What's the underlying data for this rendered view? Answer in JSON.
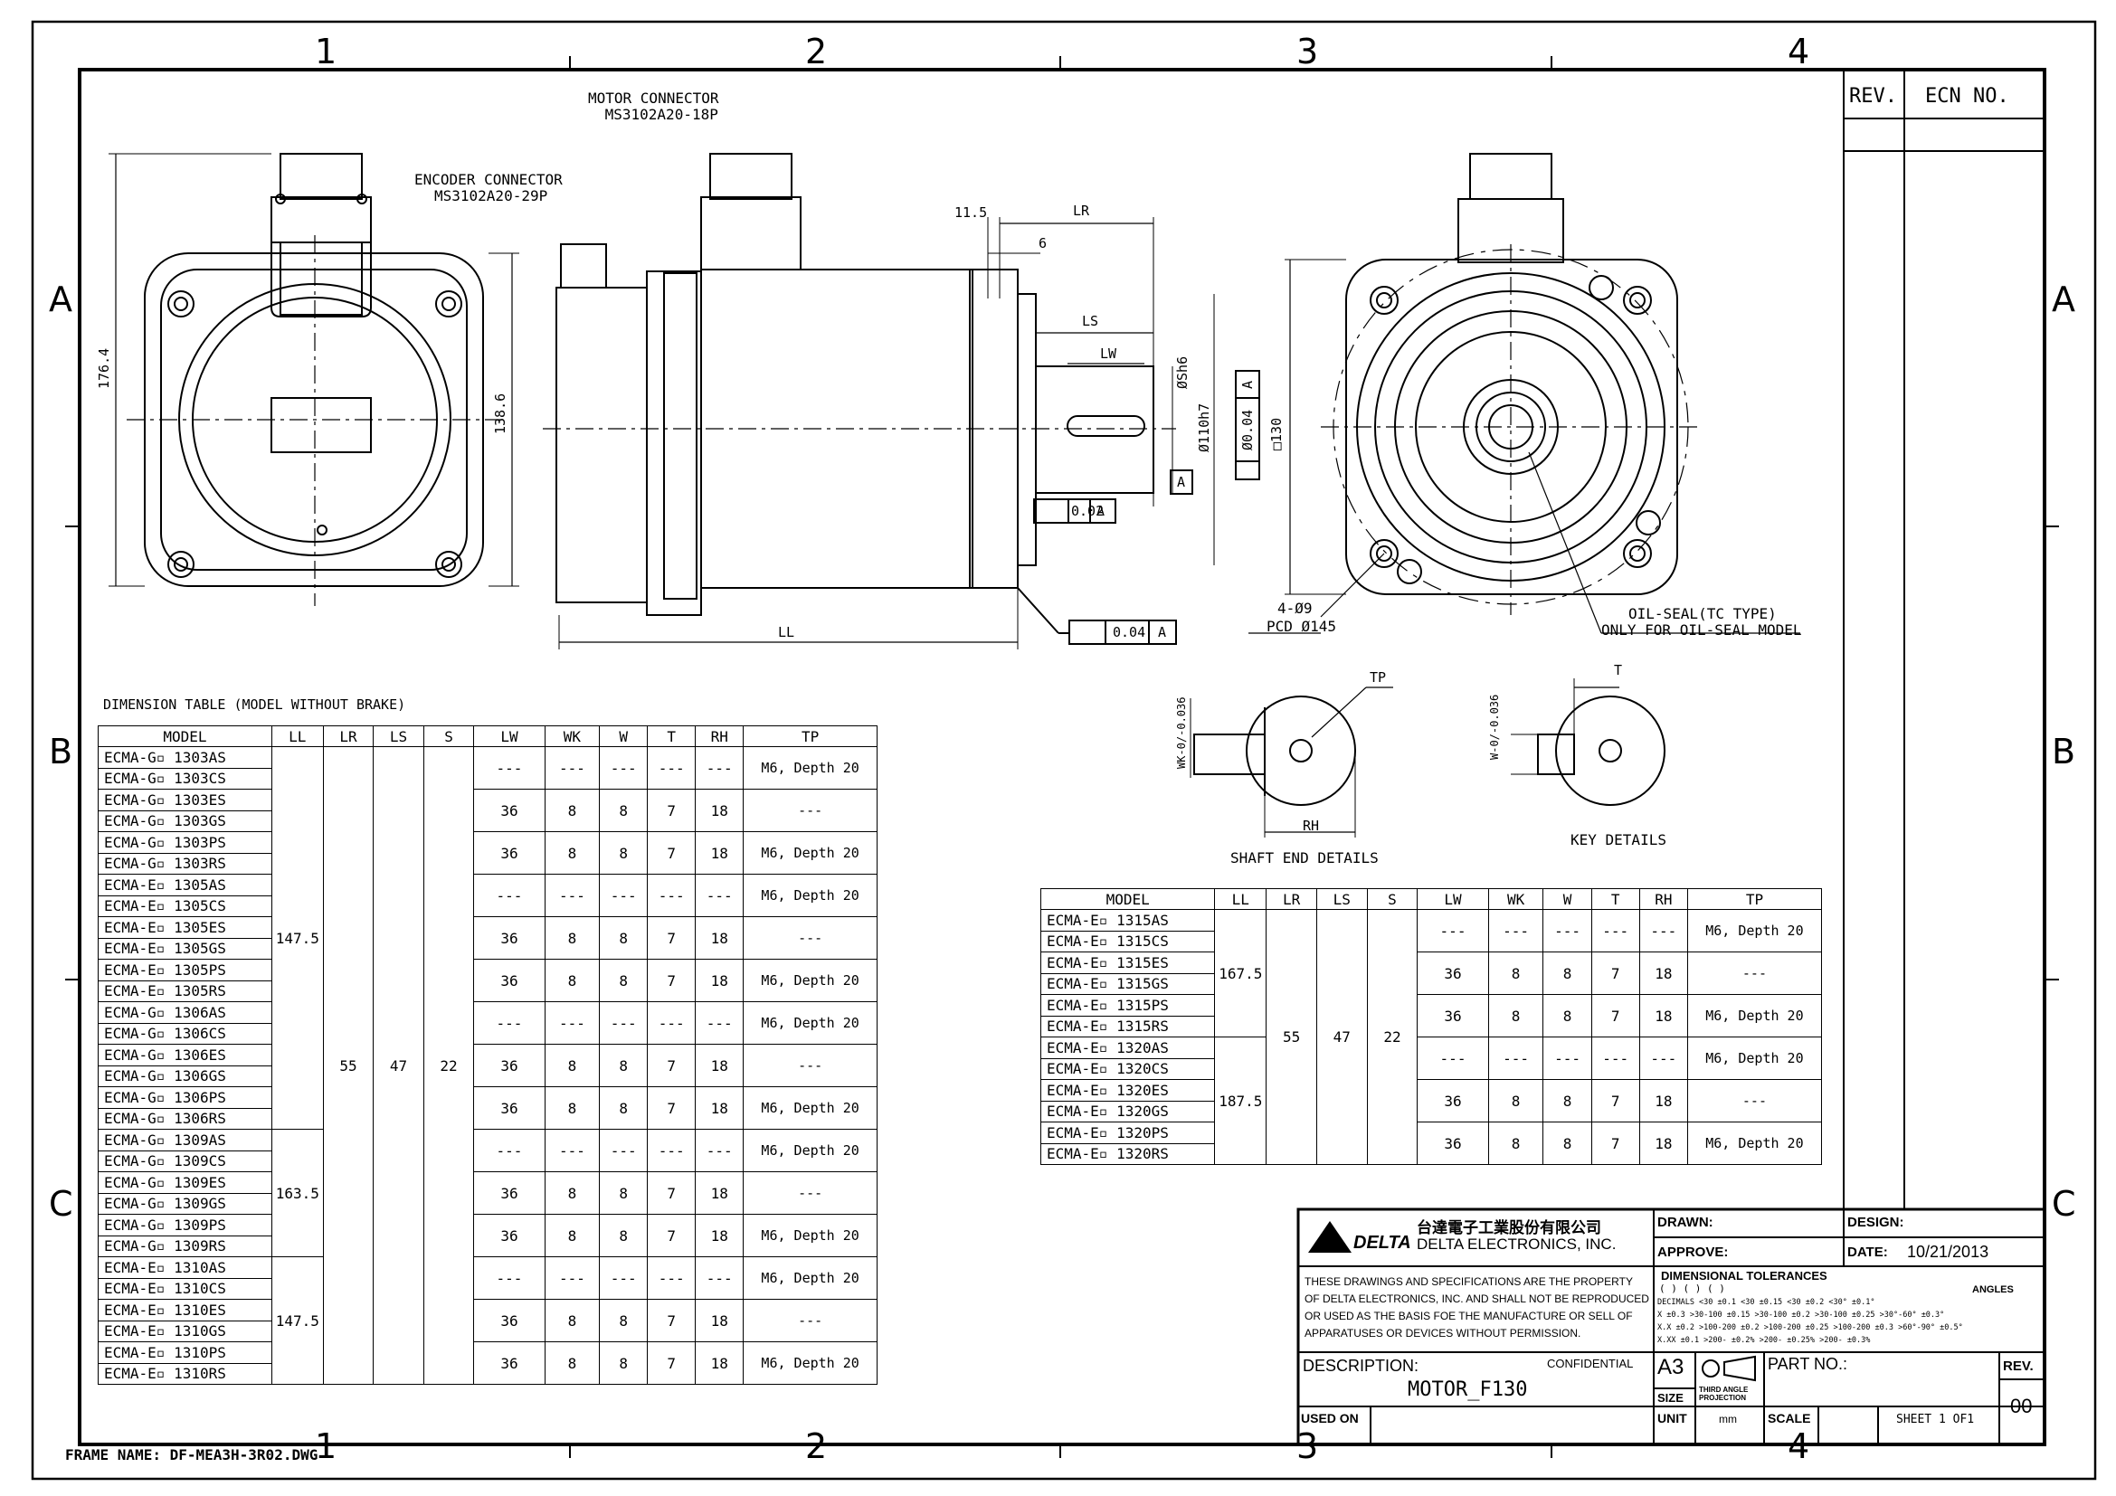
{
  "frame": {
    "zones_top": [
      "1",
      "2",
      "3",
      "4"
    ],
    "zones_side": [
      "A",
      "B",
      "C"
    ],
    "frame_name": "FRAME NAME: DF-MEA3H-3R02.DWG"
  },
  "rev_table": {
    "rev_label": "REV.",
    "ecn_label": "ECN NO."
  },
  "callouts": {
    "motor_connector": "MOTOR CONNECTOR",
    "motor_connector_part": "MS3102A20-18P",
    "encoder_connector": "ENCODER CONNECTOR",
    "encoder_connector_part": "MS3102A20-29P",
    "oil_seal": "OIL-SEAL(TC TYPE)",
    "oil_seal_note": "ONLY FOR OIL-SEAL MODEL",
    "holes": "4-Ø9",
    "pcd": "PCD Ø145",
    "shaft_end": "SHAFT END DETAILS",
    "key_details": "KEY DETAILS"
  },
  "dimensions": {
    "d176": "176.4",
    "d138": "138.6",
    "d115": "11.5",
    "lr": "LR",
    "d6": "6",
    "ls": "LS",
    "lw": "LW",
    "ll": "LL",
    "s": "ØSh6",
    "d110": "Ø110h7",
    "datumA": "A",
    "conc_val": "Ø0.04",
    "conc_ref": "A",
    "sq130": "□130",
    "runout_val": "0.02",
    "runout_ref": "A",
    "perp_val": "0.04",
    "perp_ref": "A",
    "tp": "TP",
    "rh": "RH",
    "wk": "WK-0/-0.036",
    "t": "T",
    "w": "W-0/-0.036"
  },
  "table1": {
    "title": "DIMENSION TABLE (MODEL WITHOUT BRAKE)",
    "headers": [
      "MODEL",
      "LL",
      "LR",
      "LS",
      "S",
      "LW",
      "WK",
      "W",
      "T",
      "RH",
      "TP"
    ],
    "models": [
      "ECMA-G▫ 1303AS",
      "ECMA-G▫ 1303CS",
      "ECMA-G▫ 1303ES",
      "ECMA-G▫ 1303GS",
      "ECMA-G▫ 1303PS",
      "ECMA-G▫ 1303RS",
      "ECMA-E▫ 1305AS",
      "ECMA-E▫ 1305CS",
      "ECMA-E▫ 1305ES",
      "ECMA-E▫ 1305GS",
      "ECMA-E▫ 1305PS",
      "ECMA-E▫ 1305RS",
      "ECMA-G▫ 1306AS",
      "ECMA-G▫ 1306CS",
      "ECMA-G▫ 1306ES",
      "ECMA-G▫ 1306GS",
      "ECMA-G▫ 1306PS",
      "ECMA-G▫ 1306RS",
      "ECMA-G▫ 1309AS",
      "ECMA-G▫ 1309CS",
      "ECMA-G▫ 1309ES",
      "ECMA-G▫ 1309GS",
      "ECMA-G▫ 1309PS",
      "ECMA-G▫ 1309RS",
      "ECMA-E▫ 1310AS",
      "ECMA-E▫ 1310CS",
      "ECMA-E▫ 1310ES",
      "ECMA-E▫ 1310GS",
      "ECMA-E▫ 1310PS",
      "ECMA-E▫ 1310RS"
    ],
    "ll_groups": [
      {
        "value": "147.5",
        "rows": 18
      },
      {
        "value": "163.5",
        "rows": 6
      },
      {
        "value": "147.5",
        "rows": 6
      }
    ],
    "lr": "55",
    "ls": "47",
    "s": "22",
    "pair_rows": [
      [
        "---",
        "---",
        "---",
        "---",
        "---",
        "M6, Depth 20"
      ],
      [
        "36",
        "8",
        "8",
        "7",
        "18",
        "---"
      ],
      [
        "36",
        "8",
        "8",
        "7",
        "18",
        "M6, Depth 20"
      ],
      [
        "---",
        "---",
        "---",
        "---",
        "---",
        "M6, Depth 20"
      ],
      [
        "36",
        "8",
        "8",
        "7",
        "18",
        "---"
      ],
      [
        "36",
        "8",
        "8",
        "7",
        "18",
        "M6, Depth 20"
      ],
      [
        "---",
        "---",
        "---",
        "---",
        "---",
        "M6, Depth 20"
      ],
      [
        "36",
        "8",
        "8",
        "7",
        "18",
        "---"
      ],
      [
        "36",
        "8",
        "8",
        "7",
        "18",
        "M6, Depth 20"
      ],
      [
        "---",
        "---",
        "---",
        "---",
        "---",
        "M6, Depth 20"
      ],
      [
        "36",
        "8",
        "8",
        "7",
        "18",
        "---"
      ],
      [
        "36",
        "8",
        "8",
        "7",
        "18",
        "M6, Depth 20"
      ],
      [
        "---",
        "---",
        "---",
        "---",
        "---",
        "M6, Depth 20"
      ],
      [
        "36",
        "8",
        "8",
        "7",
        "18",
        "---"
      ],
      [
        "36",
        "8",
        "8",
        "7",
        "18",
        "M6, Depth 20"
      ]
    ]
  },
  "table2": {
    "headers": [
      "MODEL",
      "LL",
      "LR",
      "LS",
      "S",
      "LW",
      "WK",
      "W",
      "T",
      "RH",
      "TP"
    ],
    "models": [
      "ECMA-E▫ 1315AS",
      "ECMA-E▫ 1315CS",
      "ECMA-E▫ 1315ES",
      "ECMA-E▫ 1315GS",
      "ECMA-E▫ 1315PS",
      "ECMA-E▫ 1315RS",
      "ECMA-E▫ 1320AS",
      "ECMA-E▫ 1320CS",
      "ECMA-E▫ 1320ES",
      "ECMA-E▫ 1320GS",
      "ECMA-E▫ 1320PS",
      "ECMA-E▫ 1320RS"
    ],
    "ll_groups": [
      {
        "value": "167.5",
        "rows": 6
      },
      {
        "value": "187.5",
        "rows": 6
      }
    ],
    "lr": "55",
    "ls": "47",
    "s": "22",
    "pair_rows": [
      [
        "---",
        "---",
        "---",
        "---",
        "---",
        "M6, Depth 20"
      ],
      [
        "36",
        "8",
        "8",
        "7",
        "18",
        "---"
      ],
      [
        "36",
        "8",
        "8",
        "7",
        "18",
        "M6, Depth 20"
      ],
      [
        "---",
        "---",
        "---",
        "---",
        "---",
        "M6, Depth 20"
      ],
      [
        "36",
        "8",
        "8",
        "7",
        "18",
        "---"
      ],
      [
        "36",
        "8",
        "8",
        "7",
        "18",
        "M6, Depth 20"
      ]
    ]
  },
  "title_block": {
    "company_cn": "台達電子工業股份有限公司",
    "logo": "DELTA",
    "company_en": "DELTA ELECTRONICS, INC.",
    "notice": [
      "THESE DRAWINGS AND SPECIFICATIONS ARE THE PROPERTY",
      "OF DELTA ELECTRONICS, INC. AND SHALL NOT BE REPRODUCED",
      "OR USED AS THE BASIS FOE THE MANUFACTURE OR SELL OF",
      "APPARATUSES OR DEVICES WITHOUT PERMISSION."
    ],
    "drawn": "DRAWN:",
    "design": "DESIGN:",
    "approve": "APPROVE:",
    "date_label": "DATE:",
    "date": "10/21/2013",
    "tolerances_title": "DIMENSIONAL TOLERANCES",
    "tol_paren": "(   )         (   )          (   )",
    "angles": "ANGLES",
    "tol_lines": [
      "DECIMALS <30  ±0.1   <30  ±0.15   <30  ±0.2   <30°  ±0.1°",
      "X   ±0.3  >30-100 ±0.15 >30-100 ±0.2  >30-100 ±0.25 >30°-60° ±0.3°",
      "X.X ±0.2  >100-200 ±0.2 >100-200 ±0.25 >100-200 ±0.3 >60°-90° ±0.5°",
      "X.XX ±0.1 >200-  ±0.2% >200-  ±0.25% >200-  ±0.3%"
    ],
    "description_label": "DESCRIPTION:",
    "confidential": "CONFIDENTIAL",
    "description": "MOTOR_F130",
    "size_value": "A3",
    "size_label": "SIZE",
    "projection": "THIRD ANGLE PROJECTION",
    "part_no": "PART NO.:",
    "rev_label": "REV.",
    "rev_value": "00",
    "used_on": "USED ON",
    "unit_label": "UNIT",
    "unit": "mm",
    "scale": "SCALE",
    "sheet": "SHEET 1 OF1"
  },
  "colors": {
    "ink": "#000000",
    "paper": "#ffffff"
  }
}
